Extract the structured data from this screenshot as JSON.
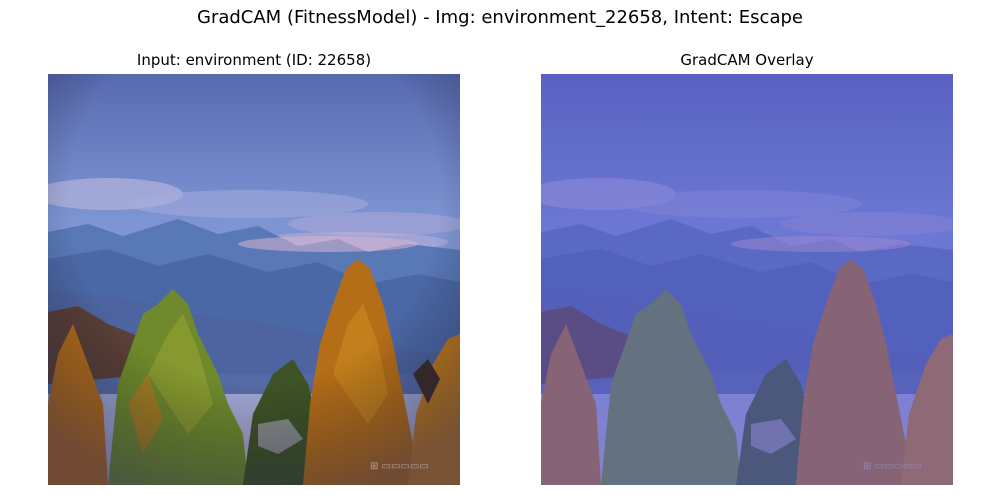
{
  "figure": {
    "suptitle": "GradCAM (FitnessModel) - Img: environment_22658, Intent: Escape"
  },
  "panels": [
    {
      "title": "Input: environment (ID: 22658)",
      "image": "landscape-photo"
    },
    {
      "title": "GradCAM Overlay",
      "image": "landscape-photo-with-gradcam-heatmap"
    }
  ],
  "colors": {
    "sky_top": "#5b6fb4",
    "sky_mid": "#7f97d4",
    "mountains": "#4f6fae",
    "autumn_tree": "#b8731c",
    "green_tree": "#6f8a2e",
    "overlay_tint": "#5a5ad2"
  }
}
